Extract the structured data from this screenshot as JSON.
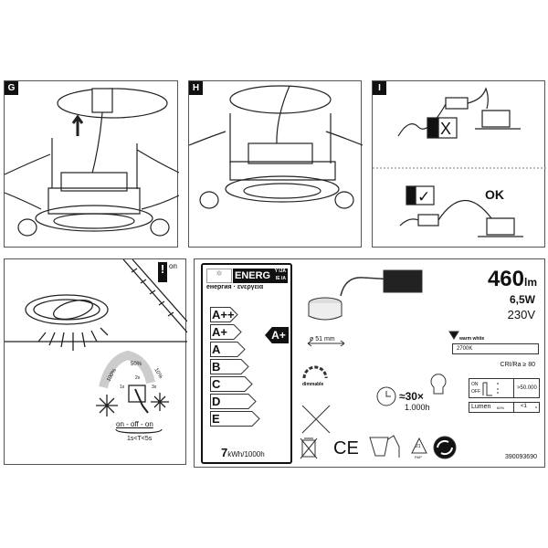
{
  "panels": {
    "g": {
      "label": "G"
    },
    "h": {
      "label": "H"
    },
    "i": {
      "label": "I",
      "ok": "OK"
    },
    "dim": {
      "notice_on": "on",
      "levels": [
        "100%",
        "50%",
        "10%"
      ],
      "presses": [
        "1x",
        "2x",
        "3x"
      ],
      "sequence": "on - off - on",
      "timing": "1s<T<5s"
    }
  },
  "energy": {
    "header": "ENERG",
    "langs1": "Y IJA",
    "langs2": "IE IA",
    "subtitle": "енергия · ενεργεια",
    "classes": [
      "A++",
      "A+",
      "A",
      "B",
      "C",
      "D",
      "E"
    ],
    "rating": "A+",
    "consumption_value": "7",
    "consumption_unit": "kWh/1000h"
  },
  "product": {
    "lumen": "460",
    "lumen_unit": "lm",
    "power": "6,5W",
    "voltage": "230V",
    "diameter": "ø 51 mm",
    "dimmable": "dimmable",
    "color_label": "warm white",
    "color_temp": "2700K",
    "cri": "CRI/Ra ≥ 80",
    "lifetime_factor": "≈30×",
    "lifetime_hours": "1.000h",
    "switch_on": "ON",
    "switch_off": "OFF",
    "switch_cycles": ">50.000",
    "lumen_label": "Lumen",
    "lumen_pct": "60%",
    "lumen_time": "<1",
    "lumen_time_unit": "s",
    "recycle_code": "21",
    "recycle_mat": "PAP",
    "ce": "CE",
    "article": "390093690"
  }
}
